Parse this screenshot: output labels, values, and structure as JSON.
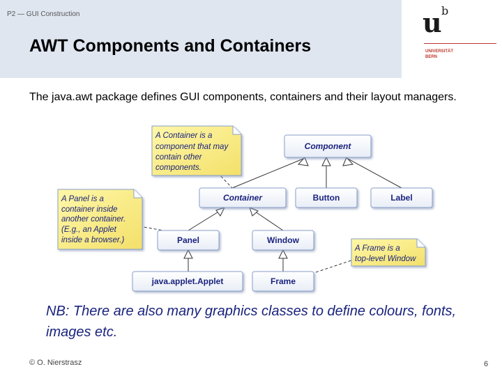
{
  "header": {
    "breadcrumb": "P2 — GUI Construction",
    "title": "AWT Components and Containers"
  },
  "logo": {
    "mark": "u",
    "superscript": "b",
    "university_line1": "UNIVERSITÄT",
    "university_line2": "BERN"
  },
  "intro_text": "The java.awt package defines GUI components, containers and their layout managers.",
  "diagram": {
    "classes": {
      "component": "Component",
      "container": "Container",
      "button": "Button",
      "label": "Label",
      "panel": "Panel",
      "window": "Window",
      "applet": "java.applet.Applet",
      "frame": "Frame"
    },
    "notes": {
      "container_note": [
        "A Container is a",
        "component that may",
        "contain other",
        "components."
      ],
      "panel_note": [
        "A Panel is a",
        "container inside",
        "another container.",
        "(E.g., an Applet",
        "inside a browser.)"
      ],
      "frame_note": [
        "A Frame is a",
        "top-level Window"
      ]
    }
  },
  "nb_text": "NB: There are also many graphics classes to define colours, fonts, images etc.",
  "footer": {
    "author": "© O. Nierstrasz",
    "page": "6"
  }
}
